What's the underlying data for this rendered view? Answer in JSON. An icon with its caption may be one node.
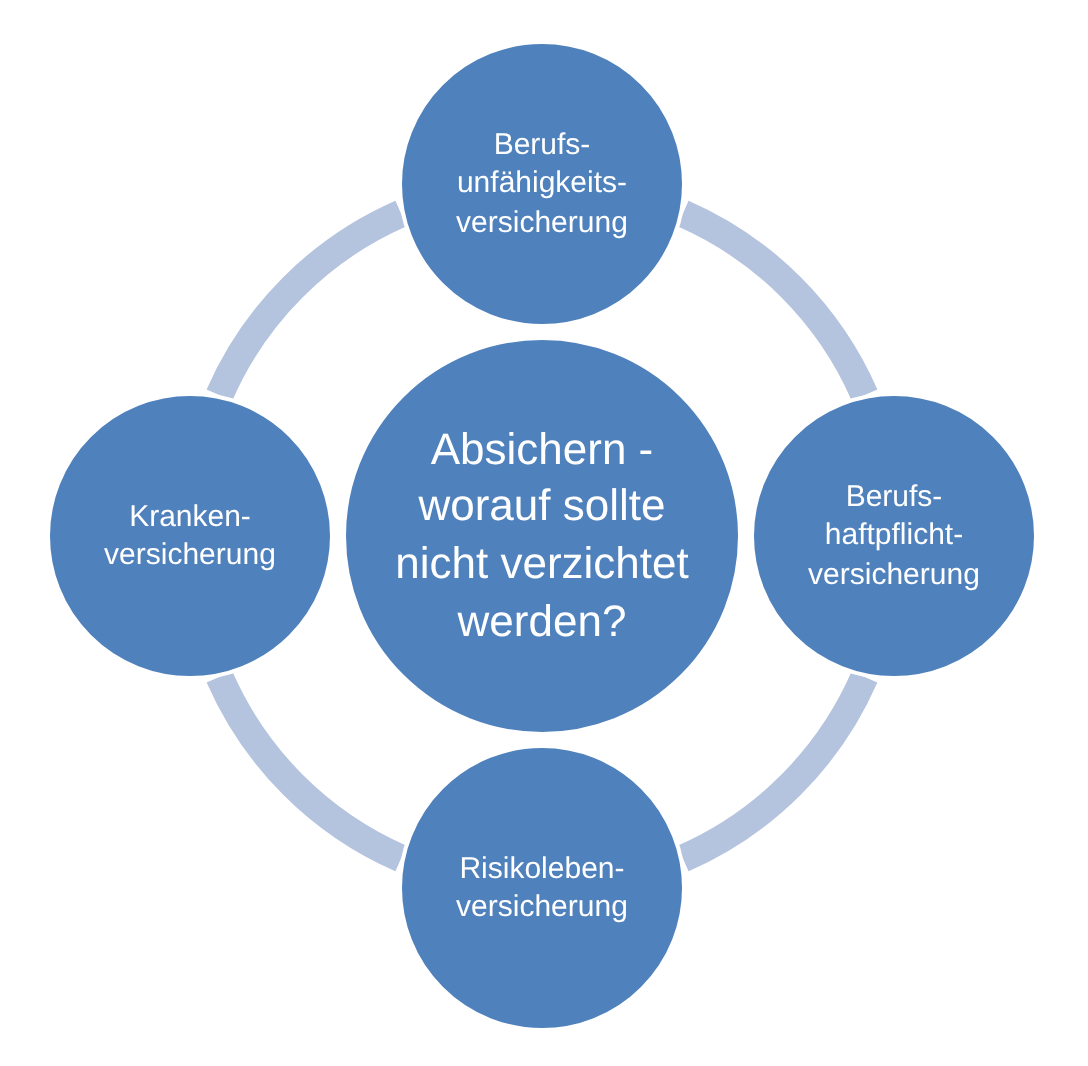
{
  "diagram": {
    "nodes": [
      {
        "text": [
          "Berufs- unfähigkeits- versicherung"
        ]
      },
      {
        "text": [
          "Kranken- versicherung"
        ]
      },
      {
        "text": [
          "Absichern - worauf sollte nicht verzichtet werden?"
        ]
      },
      {
        "text": [
          "Berufs- haftpflicht- versicherung"
        ]
      },
      {
        "text": [
          "Risikoleben- versicherung"
        ]
      }
    ],
    "edges": [
      {
        "from": 0,
        "to": 3,
        "arrow": "none"
      },
      {
        "from": 3,
        "to": 4,
        "arrow": "none"
      },
      {
        "from": 4,
        "to": 1,
        "arrow": "none"
      },
      {
        "from": 1,
        "to": 0,
        "arrow": "none"
      }
    ]
  }
}
